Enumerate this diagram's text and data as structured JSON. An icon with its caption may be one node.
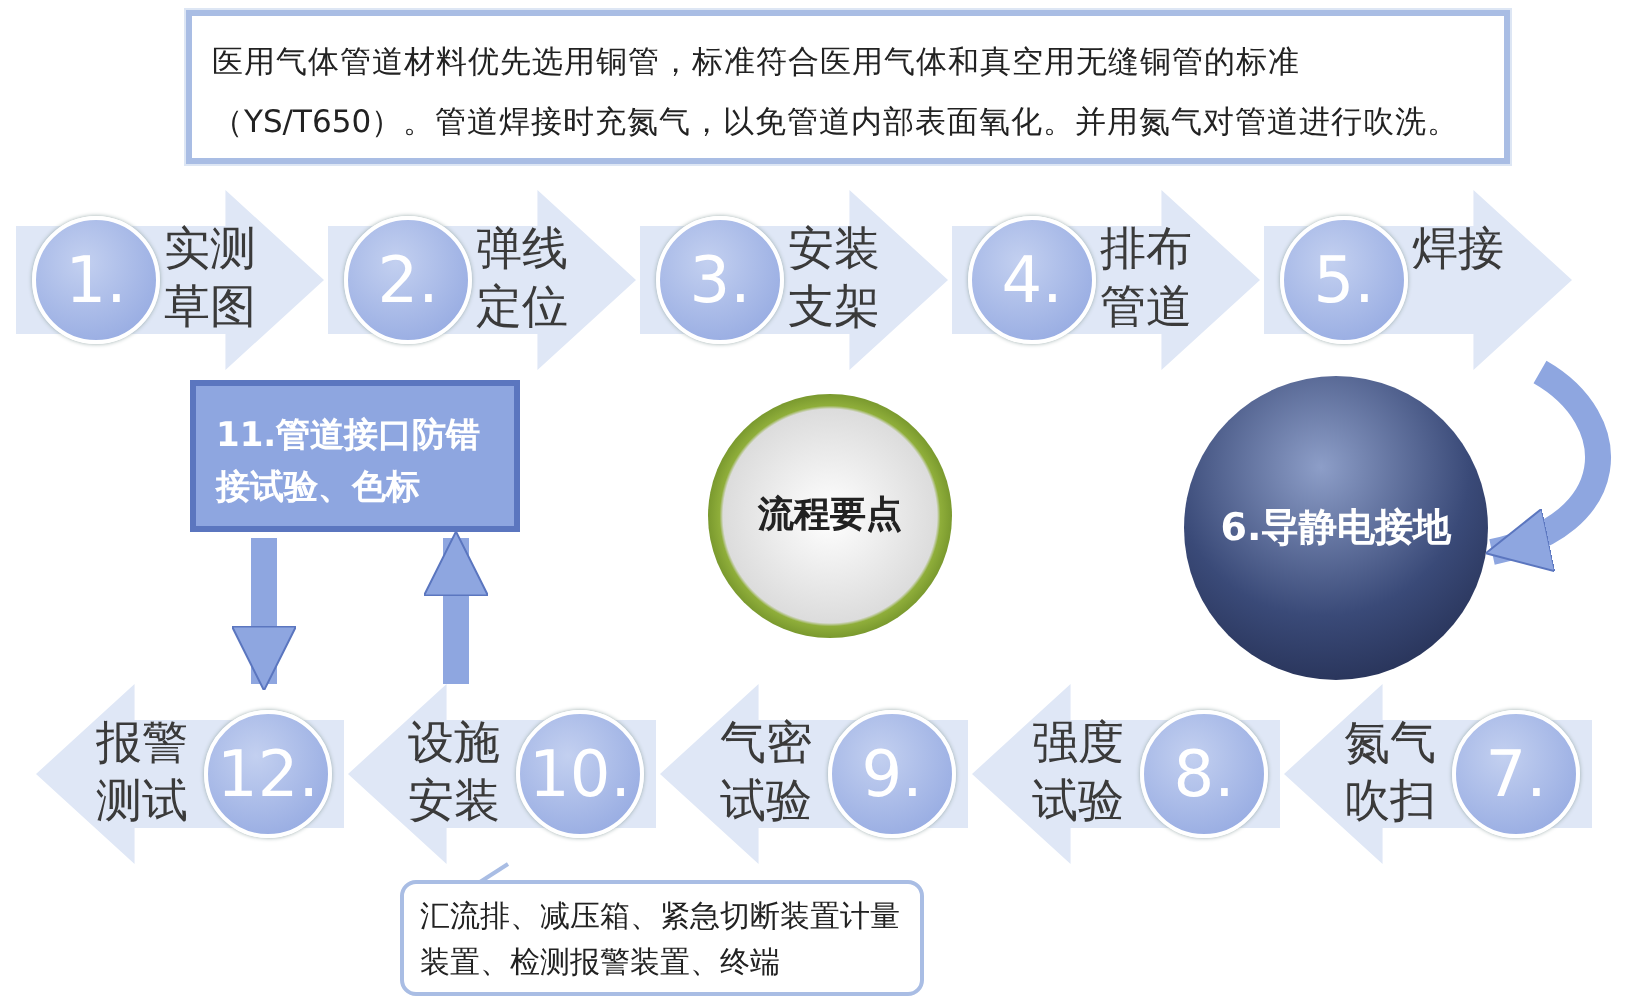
{
  "diagram": {
    "nodes": [
      {
        "text": [
          "医用气体管道材料优先选用铜管，标准符合医用气体和真空用无缝铜管的标准（YS/T650）。管道焊接时充氮气，以免管道内部表面氧化。并用氮气对管道进行吹洗。"
        ]
      },
      {
        "text": [
          "1.",
          "实测草图"
        ]
      },
      {
        "text": [
          "2.",
          "弹线定位"
        ]
      },
      {
        "text": [
          "3.",
          "安装支架"
        ]
      },
      {
        "text": [
          "4.",
          "排布管道"
        ]
      },
      {
        "text": [
          "5.",
          "焊接"
        ]
      },
      {
        "text": [
          "6.导静电接地"
        ]
      },
      {
        "text": [
          "氮气吹扫",
          "7."
        ]
      },
      {
        "text": [
          "强度试验",
          "8."
        ]
      },
      {
        "text": [
          "气密试验",
          "9."
        ]
      },
      {
        "text": [
          "设施安装",
          "10."
        ]
      },
      {
        "text": [
          "11.管道接口防错接试验、色标"
        ]
      },
      {
        "text": [
          "报警测试",
          "12."
        ]
      },
      {
        "text": [
          "流程要点"
        ]
      },
      {
        "text": [
          "汇流排、减压箱、紧急切断装置计量装置、检测报警装置、终端"
        ]
      }
    ],
    "edges": [
      {
        "from": 5,
        "to": 6,
        "arrow": "to"
      },
      {
        "from": 10,
        "to": 11,
        "arrow": "to"
      },
      {
        "from": 11,
        "to": 12,
        "arrow": "to"
      },
      {
        "from": 14,
        "to": 10,
        "arrow": "none"
      }
    ]
  }
}
